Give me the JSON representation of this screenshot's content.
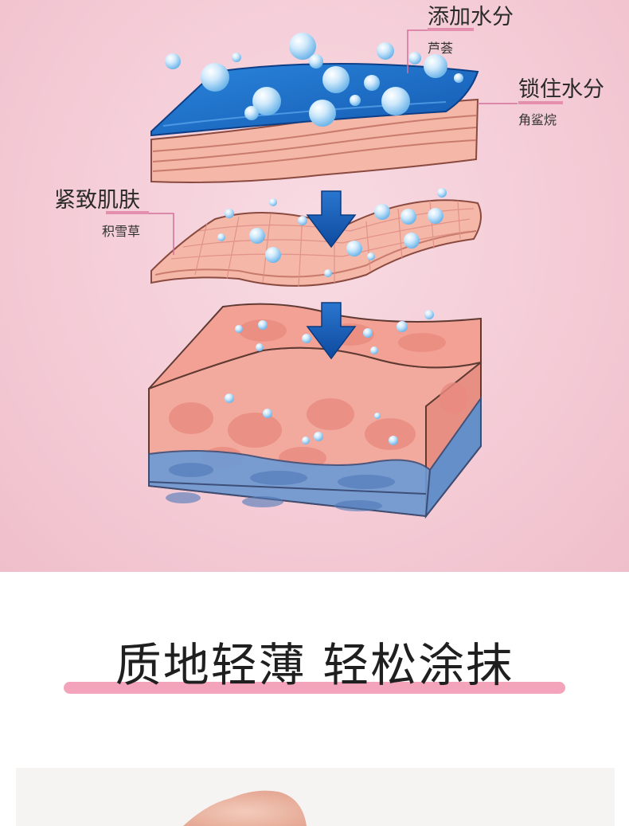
{
  "layers": {
    "add_moisture": {
      "title": "添加水分",
      "ingredient": "芦荟"
    },
    "lock_moisture": {
      "title": "锁住水分",
      "ingredient": "角鲨烷"
    },
    "firm_skin": {
      "title": "紧致肌肤",
      "ingredient": "积雪草"
    }
  },
  "heading": "质地轻薄 轻松涂抹",
  "colors": {
    "hero_bg": "#f3c8d3",
    "water_blue": "#1f6fc8",
    "skin_pink": "#f2a99e",
    "arrow_blue": "#1b5fb8",
    "accent_pink": "#f3a4bb"
  }
}
